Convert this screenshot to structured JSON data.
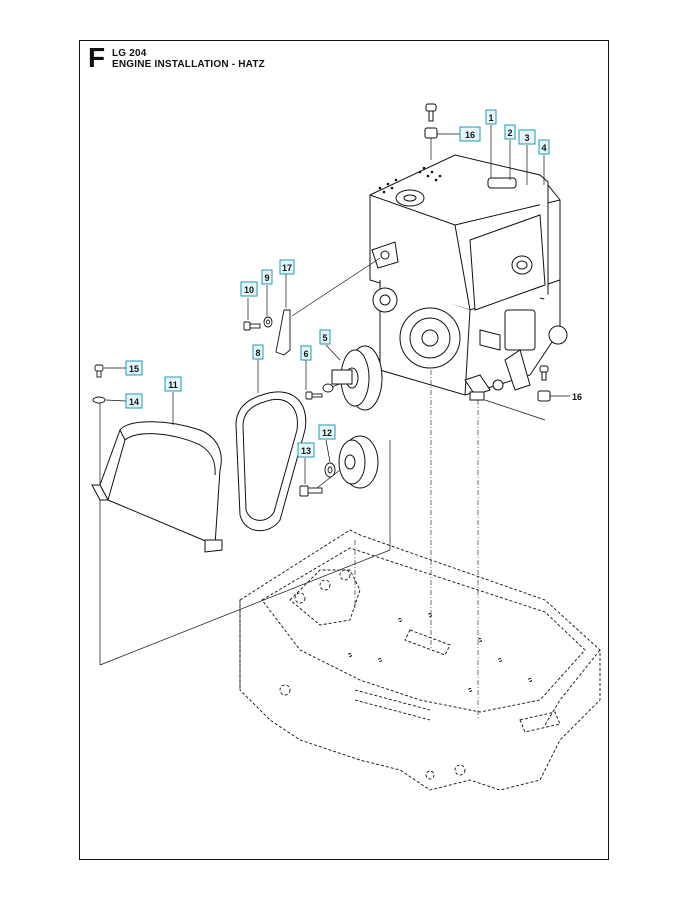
{
  "header": {
    "section_letter": "F",
    "model": "LG 204",
    "title": "ENGINE INSTALLATION - HATZ"
  },
  "colors": {
    "callout_border": "#1e98b4",
    "callout_fill": "#e6f7fb",
    "line": "#111111"
  },
  "callouts": [
    "1",
    "2",
    "3",
    "4",
    "5",
    "6",
    "8",
    "9",
    "10",
    "11",
    "12",
    "13",
    "14",
    "15",
    "16",
    "17"
  ],
  "plain_label": "16",
  "parts": {
    "engine": "engine-assembly",
    "frame": "base-frame",
    "belt": "v-belt",
    "guard": "belt-guard",
    "pulley_top": "engine-pulley",
    "pulley_bottom": "drive-pulley"
  }
}
